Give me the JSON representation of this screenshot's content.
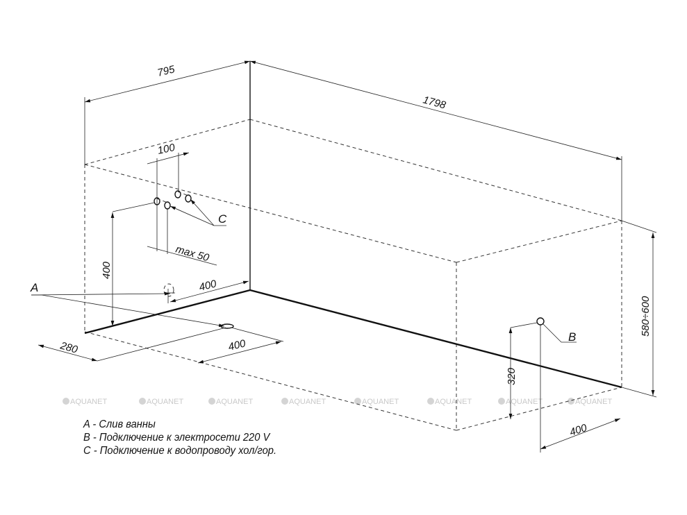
{
  "dimensions": {
    "width_795": "795",
    "length_1798": "1798",
    "height_range": "580÷600",
    "pipe_spacing": "100",
    "pipe_offset": "max 50",
    "pipe_height": "400",
    "drain_side_offset": "400",
    "drain_depth": "280",
    "drain_front_offset": "400",
    "electric_height": "320",
    "electric_offset": "400"
  },
  "markers": {
    "a": "A",
    "b": "B",
    "c": "C"
  },
  "watermark": "AQUANET",
  "legend": [
    "A - Слив ванны",
    "B - Подключение к электросети 220 V",
    "C - Подключение к водопроводу хол/гор."
  ]
}
